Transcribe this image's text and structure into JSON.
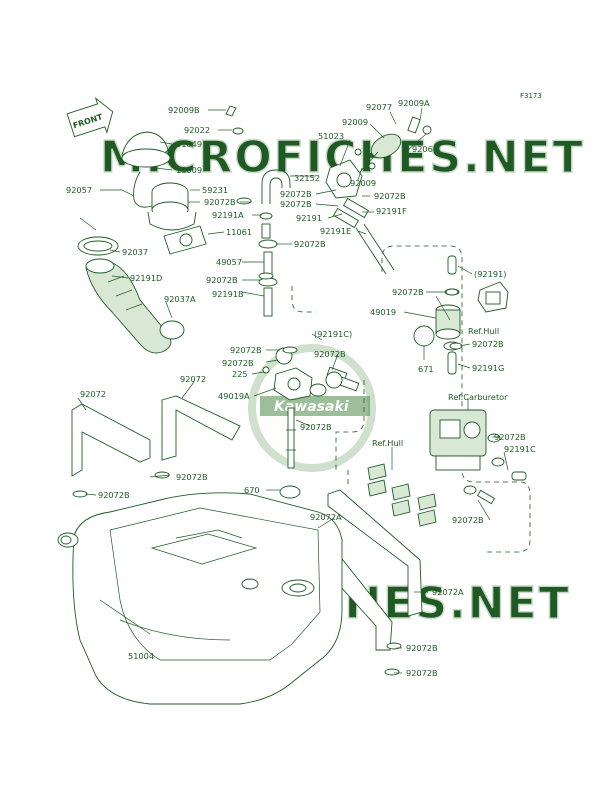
{
  "figure_code": "F3173",
  "front_badge": "FRONT",
  "watermark_text": "MICROFICHES.NET",
  "logo_text": "Kawasaki",
  "part_labels": {
    "p92009B": "92009B",
    "p92022": "92022",
    "p51049": "51049",
    "p11009": "11009",
    "p92057": "92057",
    "p59231": "59231",
    "p92072B_a": "92072B",
    "p92191A": "92191A",
    "p11061": "11061",
    "p92037": "92037",
    "p92191D": "92191D",
    "p92037A": "92037A",
    "p32152": "32152",
    "p92072B_b": "92072B",
    "p49057": "49057",
    "p92072B_c": "92072B",
    "p92191B": "92191B",
    "p51023": "51023",
    "p92009_a": "92009",
    "p92077": "92077",
    "p92009A": "92009A",
    "p92066": "92066",
    "p92009_b": "92009",
    "p92072B_d": "92072B",
    "p92072B_e": "92072B",
    "p92072B_f": "92072B",
    "p92191": "92191",
    "p92191F": "92191F",
    "p92191E": "92191E",
    "p92191_paren": "(92191)",
    "p92072B_g": "92072B",
    "p49019": "49019",
    "p92072B_h": "92072B",
    "p671": "671",
    "p92191G": "92191G",
    "p92191C_paren": "(92191C)",
    "p92072B_i": "92072B",
    "p92072B_j": "92072B",
    "p92072B_k": "92072B",
    "p225": "225",
    "p49019A": "49019A",
    "p92072B_l": "92072B",
    "p92072_a": "92072",
    "p92072_b": "92072",
    "p92072B_m": "92072B",
    "p92072B_n": "92072B",
    "p670": "670",
    "p92072B_o": "92072B",
    "p92191C": "92191C",
    "p92072B_p": "92072B",
    "p92072A_a": "92072A",
    "p92072A_b": "92072A",
    "p51004": "51004",
    "p92072B_q": "92072B",
    "p92072B_r": "92072B"
  },
  "ref_labels": {
    "ref_hull_1": "Ref.Hull",
    "ref_carburetor": "Ref.Carburetor",
    "ref_hull_2": "Ref.Hull"
  }
}
